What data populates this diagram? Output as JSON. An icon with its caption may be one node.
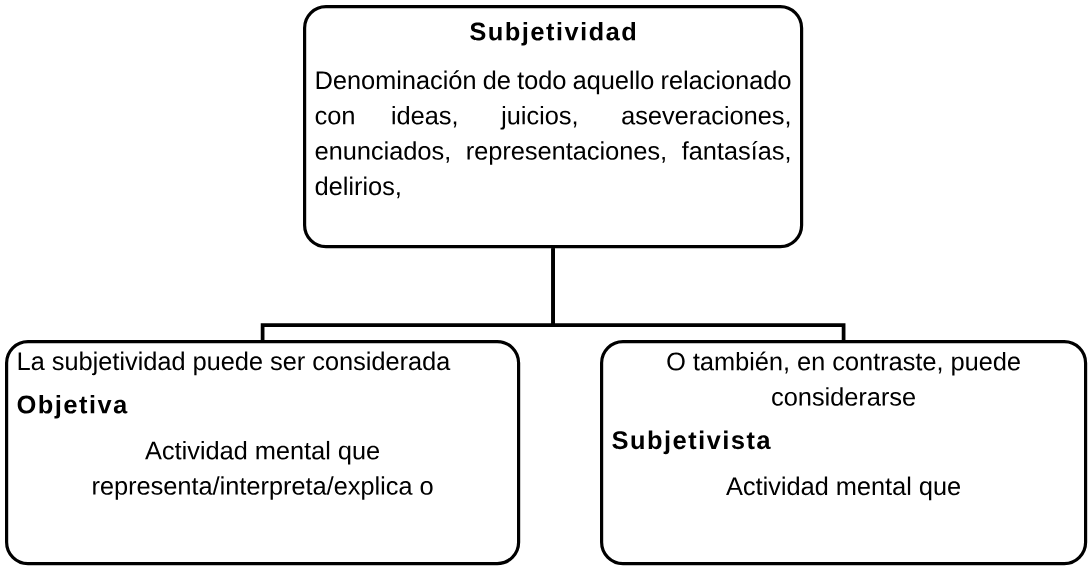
{
  "diagram": {
    "nodes": [
      {
        "text": [
          "Subjetividad",
          "Denominación de todo aquello relacionado con ideas, juicios, aseveraciones, enunciados, representaciones, fantasías, delirios,"
        ]
      },
      {
        "text": [
          "La subjetividad puede ser considerada",
          "Objetiva",
          "Actividad mental que representa/interpreta/explica o"
        ]
      },
      {
        "text": [
          "O también, en contraste, puede considerarse",
          "Subjetivista",
          "Actividad mental que"
        ]
      }
    ],
    "edges": [
      {
        "from": 0,
        "to": 1,
        "arrow": "none"
      },
      {
        "from": 0,
        "to": 2,
        "arrow": "none"
      }
    ]
  }
}
